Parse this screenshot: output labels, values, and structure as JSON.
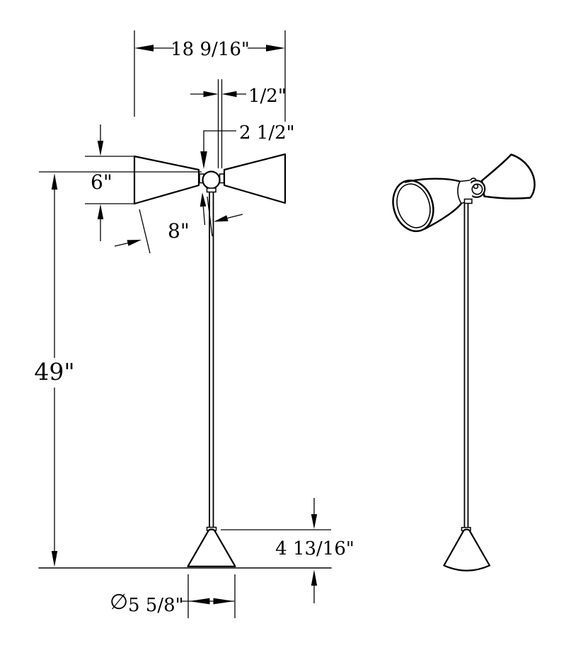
{
  "colors": {
    "background": "#ffffff",
    "line": "#000000",
    "text": "#000000"
  },
  "dimensions": {
    "head_width": "18 9/16\"",
    "stem_diameter": "1/2\"",
    "hub_drop": "2 1/2\"",
    "shade_opening": "6\"",
    "shade_length": "8\"",
    "pole_height": "49\"",
    "base_height": "4 13/16\"",
    "base_diameter_symbol": "∅",
    "base_diameter": "5 5/8\""
  }
}
